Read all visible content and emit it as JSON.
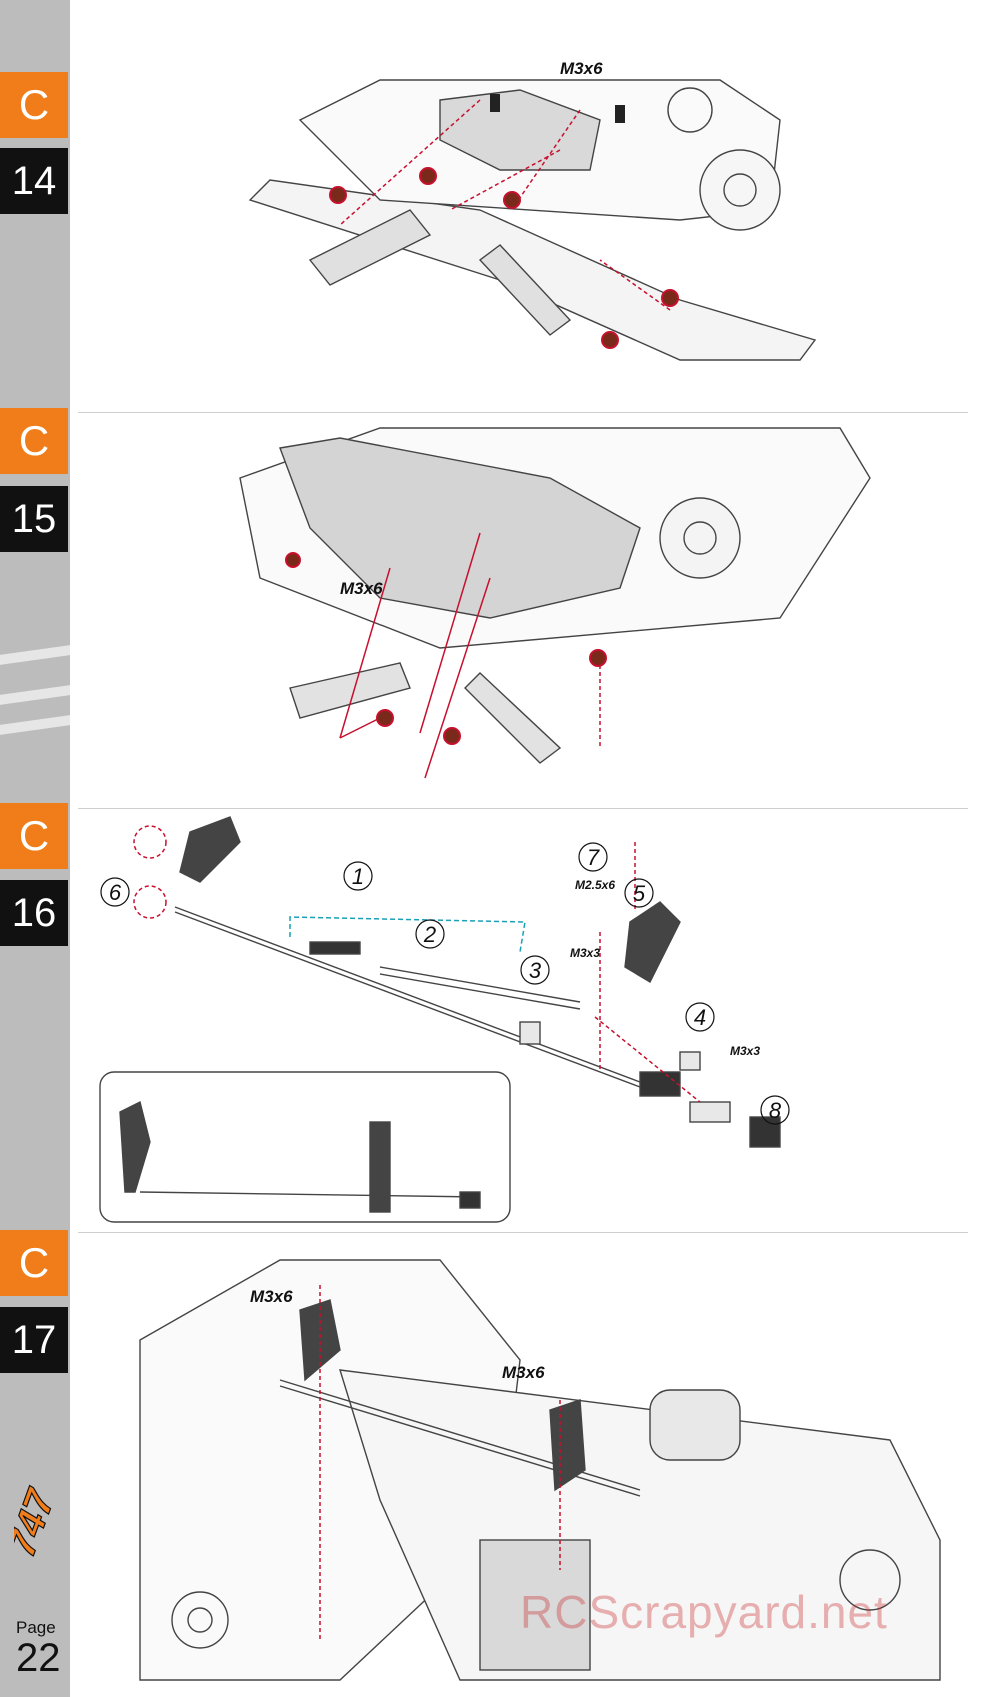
{
  "sidebar": {
    "steps": [
      {
        "letter": "C",
        "number": "14"
      },
      {
        "letter": "C",
        "number": "15"
      },
      {
        "letter": "C",
        "number": "16"
      },
      {
        "letter": "C",
        "number": "17"
      }
    ],
    "logo_text": "747",
    "page_label": "Page",
    "page_number": "22"
  },
  "step14": {
    "screw_label": "M3x6"
  },
  "step15": {
    "screw_label": "M3x6"
  },
  "step16": {
    "callouts": [
      "1",
      "2",
      "3",
      "4",
      "5",
      "6",
      "7",
      "8"
    ],
    "screw_m25x6": "M2.5x6",
    "screw_m3x3_a": "M3x3",
    "screw_m3x3_b": "M3x3"
  },
  "step17": {
    "screw_label_left": "M3x6",
    "screw_label_right": "M3x6"
  },
  "watermark": "RCScrapyard.net",
  "colors": {
    "tab_orange": "#f07d1a",
    "tab_black": "#111111",
    "sidebar_gray": "#bcbcbc",
    "guide_red": "#c8102e"
  }
}
